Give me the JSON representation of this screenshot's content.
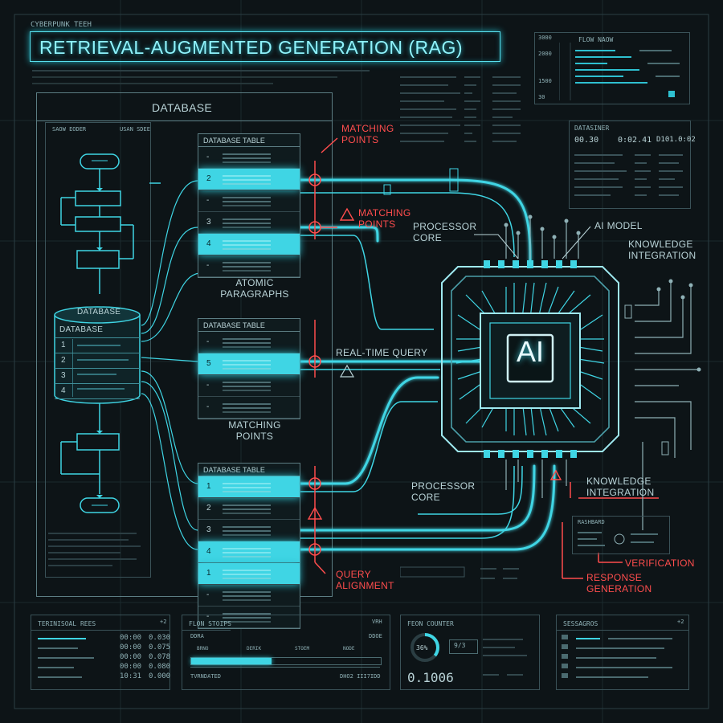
{
  "header": {
    "brand": "CYBERPUNK TEEH",
    "title": "RETRIEVAL-AUGMENTED GENERATION (RAG)"
  },
  "top_right": {
    "flow_title": "FLOW NAOW",
    "axis_labels": [
      "3000",
      "2000",
      "1500",
      "30"
    ],
    "datasiner": {
      "title": "DATASINER",
      "values": [
        "00.30",
        "0:02.41",
        "D101.0:02"
      ]
    }
  },
  "left": {
    "database_panel_title": "DATABASE",
    "sub_left": "SAOW EODER",
    "sub_right": "USAN SDEE",
    "cylinder_top": "DATABASE",
    "cylinder_label": "DATABASE",
    "cylinder_rows": [
      "1",
      "2",
      "3",
      "4"
    ]
  },
  "tables": [
    {
      "title": "DATABASE TABLE",
      "rows": [
        {
          "n": "-",
          "on": false
        },
        {
          "n": "2",
          "on": true
        },
        {
          "n": "-",
          "on": false
        },
        {
          "n": "3",
          "on": false
        },
        {
          "n": "4",
          "on": true
        },
        {
          "n": "-",
          "on": false
        }
      ]
    },
    {
      "title": "DATABASE TABLE",
      "rows": [
        {
          "n": "-",
          "on": false
        },
        {
          "n": "5",
          "on": true
        },
        {
          "n": "-",
          "on": false
        },
        {
          "n": "-",
          "on": false
        }
      ]
    },
    {
      "title": "DATABASE TABLE",
      "rows": [
        {
          "n": "1",
          "on": true
        },
        {
          "n": "2",
          "on": false
        },
        {
          "n": "3",
          "on": false
        },
        {
          "n": "4",
          "on": true
        },
        {
          "n": "1",
          "on": true
        },
        {
          "n": "-",
          "on": false
        },
        {
          "n": "-",
          "on": false
        }
      ]
    }
  ],
  "labels": {
    "matching_points_1": [
      "MATCHING",
      "POINTS"
    ],
    "matching_points_2": [
      "MATCHING",
      "POINTS"
    ],
    "atomic_paragraphs": [
      "ATOMIC",
      "PARAGRAPHS"
    ],
    "matching_points_3": [
      "MATCHING",
      "POINTS"
    ],
    "real_time_query": "REAL-TIME QUERY",
    "query_alignment": [
      "QUERY",
      "ALIGNMENT"
    ],
    "processor_core_top": [
      "PROCESSOR",
      "CORE"
    ],
    "processor_core_bottom": [
      "PROCESSOR",
      "CORE"
    ],
    "ai_model": "AI MODEL",
    "knowledge_integration_top": [
      "KNOWLEDGE",
      "INTEGRATION"
    ],
    "knowledge_integration_bottom": [
      "KNOWLEDGE",
      "INTEGRATION"
    ],
    "chip_text": "AI",
    "dashboard": "RASHBARD",
    "verification": "VERIFICATION",
    "response_generation": [
      "RESPONSE",
      "GENERATION"
    ]
  },
  "bottom": {
    "terminal": {
      "title": "TERINISOAL REES",
      "corner": "+2",
      "col1": [
        "00:00",
        "00:00",
        "00:00",
        "00:00",
        "10:31"
      ],
      "col2": [
        "0.030",
        "0.075",
        "0.078",
        "0.080",
        "0.000"
      ]
    },
    "flow": {
      "title": "FLON STOIPS",
      "corner": "VRH",
      "cols": [
        "BRNO",
        "DERIK",
        "STOEM",
        "NODE"
      ],
      "top_left": "DDRA",
      "top_right": "DDOE",
      "foot_left": "TVRNDATED",
      "foot_right": "DHO2 III7IDD"
    },
    "counter": {
      "title": "FEON COUNTER",
      "percent": "36%",
      "value": "9/3",
      "readout": "0.1006"
    },
    "sessions": {
      "title": "SESSAGROS",
      "corner": "+2"
    }
  },
  "colors": {
    "accent": "#3fd5e4",
    "alert": "#ff4d4d",
    "bg": "#0d1417",
    "line": "#3a5258"
  }
}
